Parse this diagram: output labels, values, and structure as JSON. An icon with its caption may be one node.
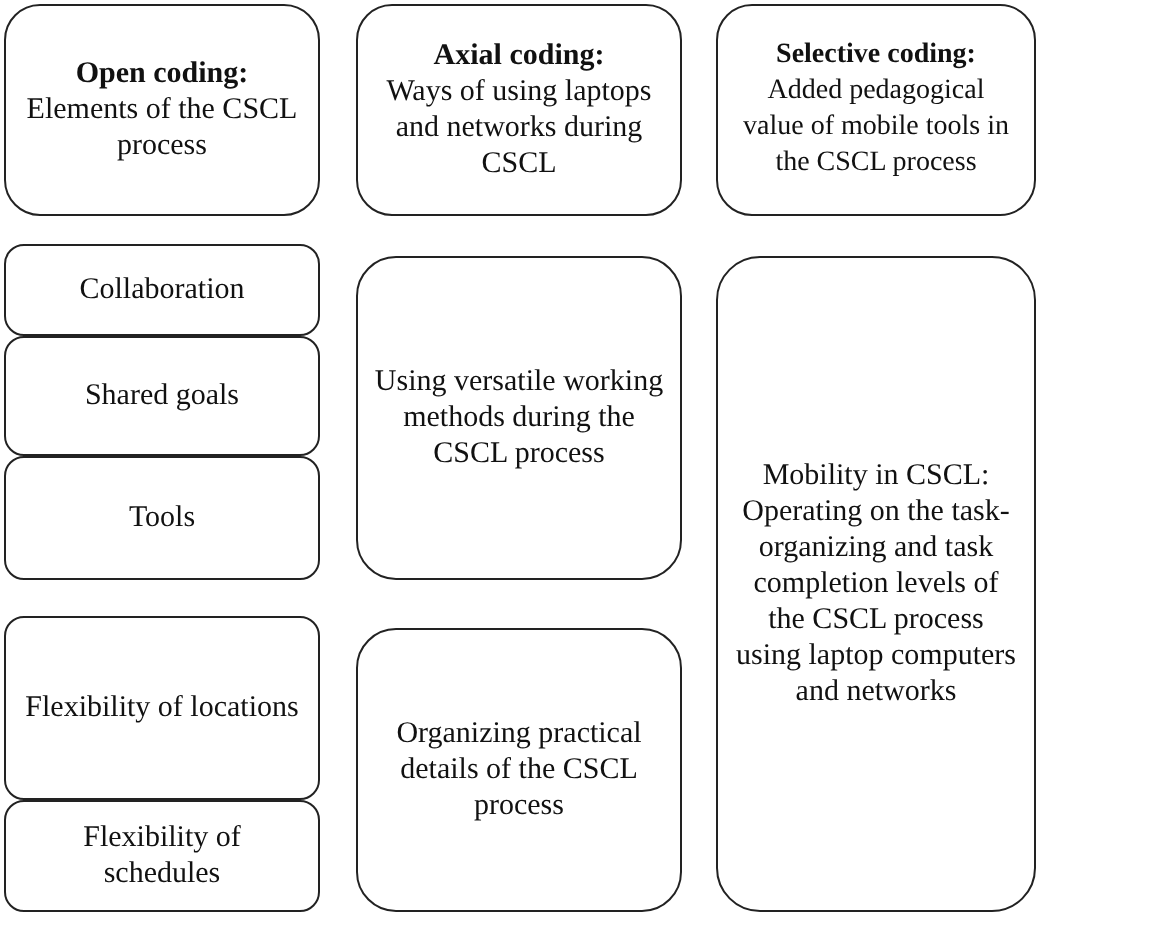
{
  "diagram": {
    "nodes": [
      {
        "text": [
          "Open coding:",
          "Elements of the CSCL process"
        ]
      },
      {
        "text": [
          "Axial coding:",
          "Ways of using laptops and networks during CSCL"
        ]
      },
      {
        "text": [
          "Selective coding:",
          "Added pedagogical value of mobile tools in the CSCL process"
        ]
      },
      {
        "text": [
          "Collaboration"
        ]
      },
      {
        "text": [
          "Shared goals"
        ]
      },
      {
        "text": [
          "Tools"
        ]
      },
      {
        "text": [
          "Using versatile working methods during the CSCL process"
        ]
      },
      {
        "text": [
          "Mobility in CSCL: Operating on the task-organizing and task completion levels of the CSCL process using laptop computers and networks"
        ]
      },
      {
        "text": [
          "Flexibility of locations"
        ]
      },
      {
        "text": [
          "Flexibility of schedules"
        ]
      },
      {
        "text": [
          "Organizing practical details of the CSCL process"
        ]
      }
    ]
  }
}
